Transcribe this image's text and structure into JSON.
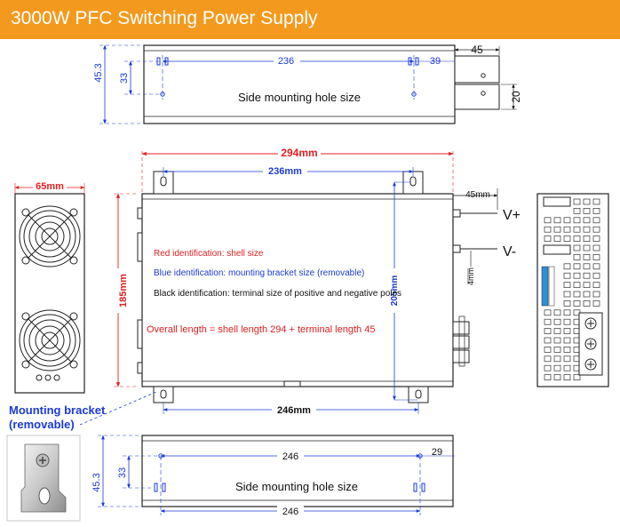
{
  "header": {
    "title": "3000W PFC Switching Power Supply",
    "background_color": "#f39a1e"
  },
  "colors": {
    "red": "#e02020",
    "blue": "#1a3bd8",
    "black": "#111111",
    "orange": "#f39a1e"
  },
  "top_side_view": {
    "label": "Side mounting hole size",
    "dim_width": "236",
    "dim_edge": "39",
    "dim_terminal_length": "45",
    "dim_terminal_width": "20",
    "dim_height_total": "45.3",
    "dim_height_holes": "33"
  },
  "main_view": {
    "dim_shell_length": "294mm",
    "dim_bracket_spacing_top": "236mm",
    "dim_bracket_spacing_bottom": "246mm",
    "dim_shell_width": "185mm",
    "dim_bracket_width": "205mm",
    "dim_terminal": "45mm",
    "dim_terminal_size": "4mm",
    "terminal_pos": "V+",
    "terminal_neg": "V-",
    "legend_red": "Red identification: shell size",
    "legend_blue": "Blue identification: mounting bracket size (removable)",
    "legend_black": "Black identification: terminal size of positive and negative poles",
    "legend_total": "Overall length = shell length 294 + terminal length 45"
  },
  "fan_view": {
    "dim_width": "65mm"
  },
  "bracket_callout": {
    "title_line1": "Mounting bracket",
    "title_line2": "(removable)"
  },
  "bottom_side_view": {
    "label": "Side mounting hole size",
    "dim_width_top": "246",
    "dim_width_bottom": "246",
    "dim_edge": "29",
    "dim_height_total": "45.3",
    "dim_height_holes": "33"
  }
}
